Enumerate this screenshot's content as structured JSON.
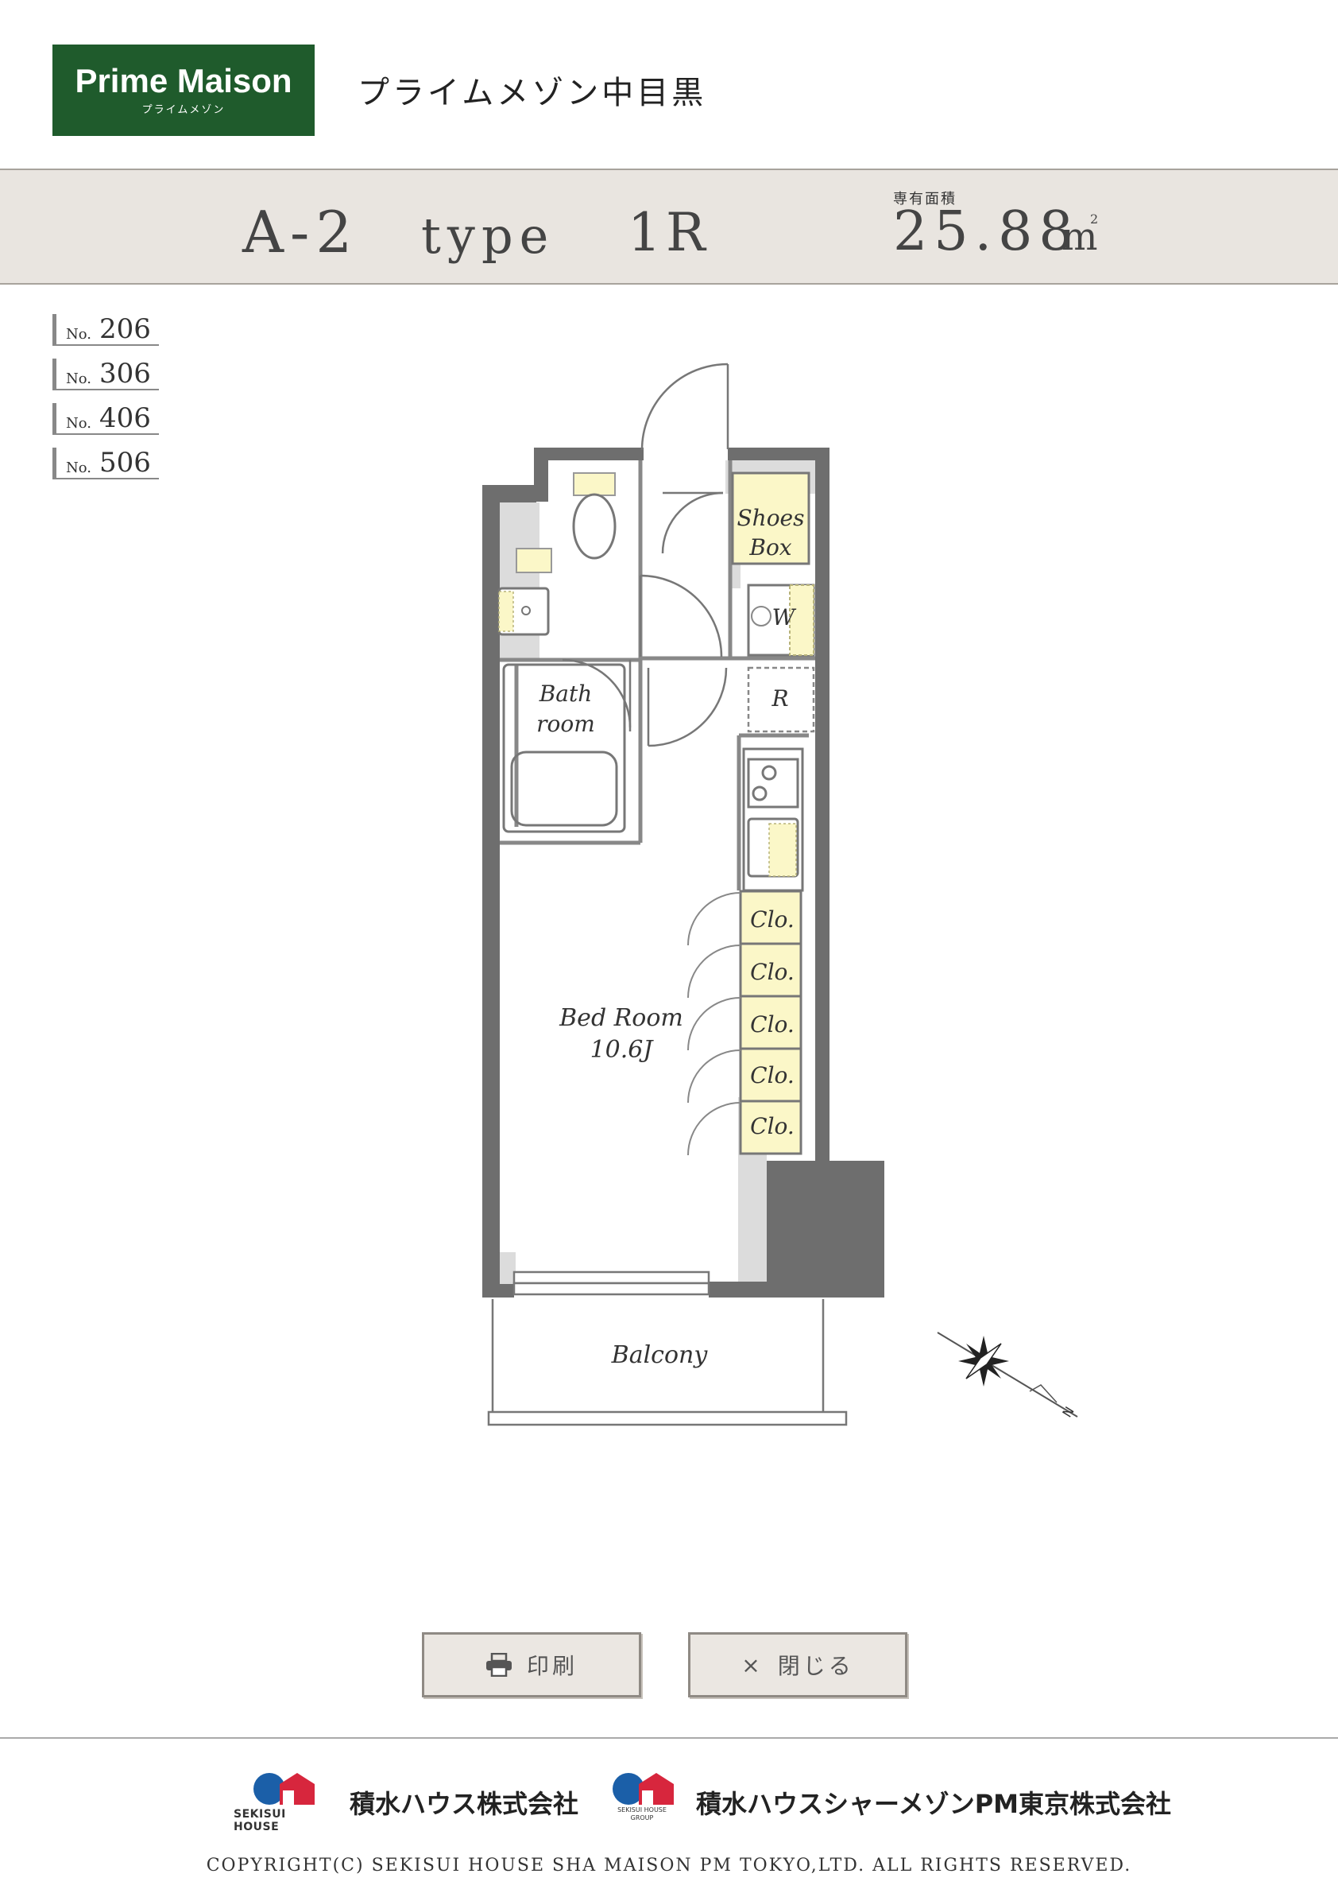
{
  "header": {
    "logo_main": "Prime Maison",
    "logo_sub": "プライムメゾン",
    "property_name": "プライムメゾン中目黒"
  },
  "type_band": {
    "code": "A-2",
    "type_word": "type",
    "layout": "1R",
    "area_label": "専有面積",
    "area_value": "25.88",
    "area_unit": "m",
    "area_unit_sup": "2"
  },
  "units": [
    {
      "prefix": "No.",
      "number": "206"
    },
    {
      "prefix": "No.",
      "number": "306"
    },
    {
      "prefix": "No.",
      "number": "406"
    },
    {
      "prefix": "No.",
      "number": "506"
    }
  ],
  "plan_labels": {
    "shoes_line1": "Shoes",
    "shoes_line2": "Box",
    "washer": "W",
    "fridge": "R",
    "bath_line1": "Bath",
    "bath_line2": "room",
    "closet": "Clo.",
    "bedroom_line1": "Bed Room",
    "bedroom_line2": "10.6J",
    "balcony": "Balcony",
    "compass_n": "N"
  },
  "buttons": {
    "print_label": "印刷",
    "close_label": "閉じる",
    "close_glyph": "×"
  },
  "footer": {
    "company1": "積水ハウス株式会社",
    "company1_tag": "SEKISUI HOUSE",
    "company2": "積水ハウスシャーメゾンPM東京株式会社",
    "company2_tag_line1": "SEKISUI HOUSE",
    "company2_tag_line2": "GROUP",
    "copyright": "COPYRIGHT(C) SEKISUI HOUSE SHA MAISON PM TOKYO,LTD. ALL RIGHTS RESERVED."
  },
  "colors": {
    "brand_green": "#1f5b2c",
    "band": "#e9e5e0",
    "wall": "#6e6e6e",
    "storage_yellow": "#fbf7c8",
    "sekisui_blue": "#1b5fa8",
    "sekisui_red": "#d7263d"
  }
}
